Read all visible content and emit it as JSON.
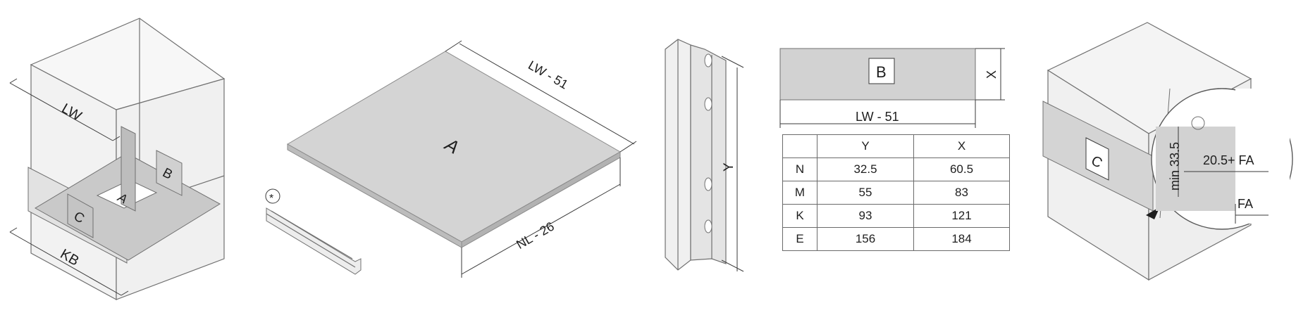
{
  "labels": {
    "cabinet_lw": "LW",
    "cabinet_kb": "KB",
    "cabinet_part_a": "A",
    "cabinet_part_b": "B",
    "cabinet_part_c": "C",
    "board_part": "A",
    "board_width": "LW - 51",
    "board_depth": "NL - 26",
    "accessory_marker": "*",
    "rail_height": "Y",
    "panel_b_part": "B",
    "panel_b_width": "LW - 51",
    "panel_b_height": "X",
    "front_part": "C",
    "detail_min": "min 33.5",
    "detail_offset": "20.5+ FA",
    "detail_fa": "FA"
  },
  "table": {
    "headers": [
      "",
      "Y",
      "X"
    ],
    "rows": [
      [
        "N",
        "32.5",
        "60.5"
      ],
      [
        "M",
        "55",
        "83"
      ],
      [
        "K",
        "93",
        "121"
      ],
      [
        "E",
        "156",
        "184"
      ]
    ]
  }
}
